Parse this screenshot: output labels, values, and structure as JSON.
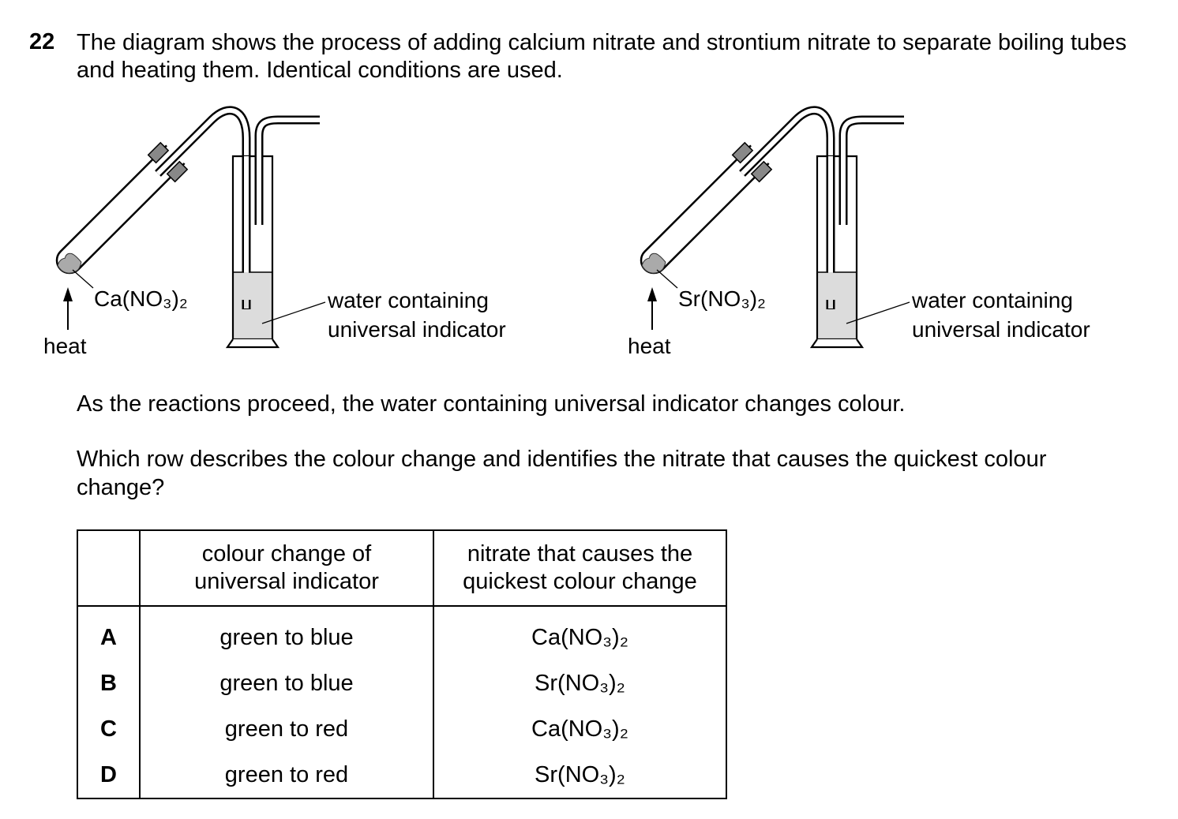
{
  "question": {
    "number": "22",
    "text": "The diagram shows the process of adding calcium nitrate and strontium nitrate to separate boiling tubes and heating them. Identical conditions are used.",
    "statement": "As the reactions proceed, the water containing universal indicator changes colour.",
    "prompt": "Which row describes the colour change and identifies the nitrate that causes the quickest colour change?"
  },
  "diagram": {
    "left": {
      "compound": "Ca(NO₃)₂",
      "heat": "heat",
      "water_line1": "water containing",
      "water_line2": "universal indicator"
    },
    "right": {
      "compound": "Sr(NO₃)₂",
      "heat": "heat",
      "water_line1": "water containing",
      "water_line2": "universal indicator"
    }
  },
  "table": {
    "headers": [
      "",
      "colour change of universal indicator",
      "nitrate that causes the quickest colour change"
    ],
    "header_lines": {
      "c1a": "colour change of",
      "c1b": "universal indicator",
      "c2a": "nitrate that causes the",
      "c2b": "quickest colour change"
    },
    "rows": [
      {
        "letter": "A",
        "colour": "green to blue",
        "nitrate": "Ca(NO₃)₂"
      },
      {
        "letter": "B",
        "colour": "green to blue",
        "nitrate": "Sr(NO₃)₂"
      },
      {
        "letter": "C",
        "colour": "green to red",
        "nitrate": "Ca(NO₃)₂"
      },
      {
        "letter": "D",
        "colour": "green to red",
        "nitrate": "Sr(NO₃)₂"
      }
    ]
  }
}
